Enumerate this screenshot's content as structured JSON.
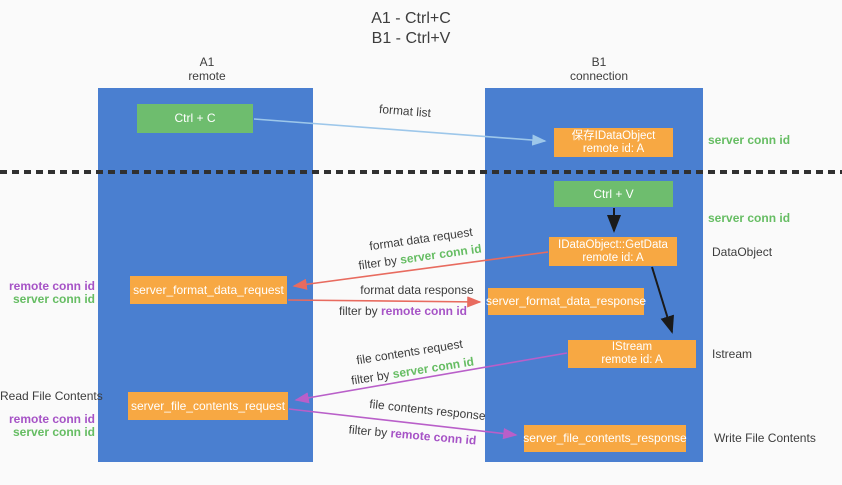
{
  "title": {
    "line1": "A1 - Ctrl+C",
    "line2": "B1 - Ctrl+V"
  },
  "lanes": {
    "left": {
      "name": "A1",
      "subtitle": "remote"
    },
    "right": {
      "name": "B1",
      "subtitle": "connection"
    }
  },
  "nodes": {
    "ctrl_c": {
      "label": "Ctrl + C"
    },
    "save_dataobject": {
      "line1": "保存IDataObject",
      "line2": "remote id: A"
    },
    "ctrl_v": {
      "label": "Ctrl + V"
    },
    "getdata": {
      "line1": "IDataObject::GetData",
      "line2": "remote id: A"
    },
    "format_request": {
      "label": "server_format_data_request"
    },
    "format_response": {
      "label": "server_format_data_response"
    },
    "istream": {
      "line1": "IStream",
      "line2": "remote id: A"
    },
    "file_request": {
      "label": "server_file_contents_request"
    },
    "file_response": {
      "label": "server_file_contents_response"
    }
  },
  "edge_labels": {
    "format_list": "format list",
    "format_data_request": "format data request",
    "format_data_request_filter": {
      "prefix": "filter by ",
      "value": "server conn id"
    },
    "format_data_response": "format data response",
    "format_data_response_filter": {
      "prefix": "filter by ",
      "value": "remote conn id"
    },
    "file_contents_request": "file contents request",
    "file_contents_request_filter": {
      "prefix": "filter by ",
      "value": "server conn id"
    },
    "file_contents_response": "file contents response",
    "file_contents_response_filter": {
      "prefix": "filter by ",
      "value": "remote conn id"
    }
  },
  "annotations": {
    "server_conn_id_right_top": "server conn id",
    "server_conn_id_right_mid": "server conn id",
    "dataobject": "DataObject",
    "istream": "Istream",
    "write_file_contents": "Write File Contents",
    "remote_conn_id_left_1": "remote conn id",
    "server_conn_id_left_1": "server conn id",
    "read_file_contents": "Read File Contents",
    "remote_conn_id_left_2": "remote conn id",
    "server_conn_id_left_2": "server conn id"
  },
  "colors": {
    "lane_blue": "#4a7fd0",
    "node_green": "#6ebd6e",
    "node_orange": "#f7a843",
    "arrow_light_blue": "#9dc7ea",
    "arrow_red": "#e86b5f",
    "arrow_purple": "#b95fc9",
    "arrow_black": "#1a1a1a",
    "text_green": "#66bd63",
    "text_purple": "#a653c6",
    "text_dark": "#3d3d3d",
    "background": "#fafafa"
  }
}
